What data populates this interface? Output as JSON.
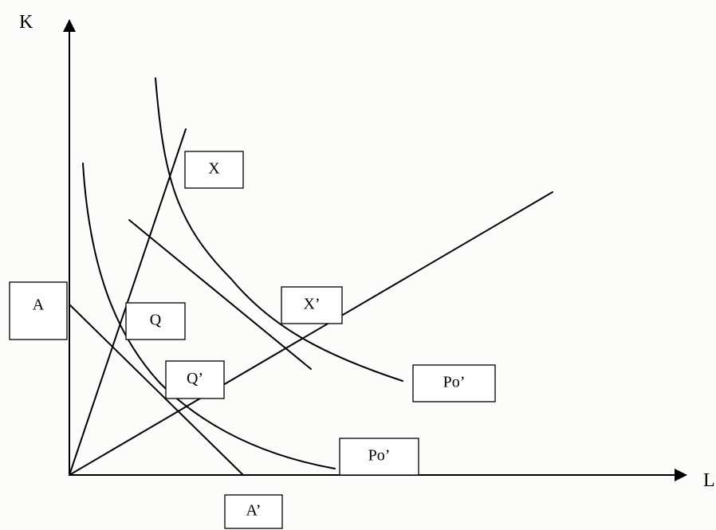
{
  "diagram": {
    "axis_labels": {
      "vertical": "K",
      "horizontal": "L"
    },
    "labels": {
      "x": "X",
      "x_prime": "X’",
      "a": "A",
      "q": "Q",
      "q_prime": "Q’",
      "po_upper": "Po’",
      "po_lower": "Po’",
      "a_prime": "A’"
    },
    "colors": {
      "ink": "#000000",
      "background": "#fcfcfa",
      "box_fill": "#ffffff"
    }
  }
}
